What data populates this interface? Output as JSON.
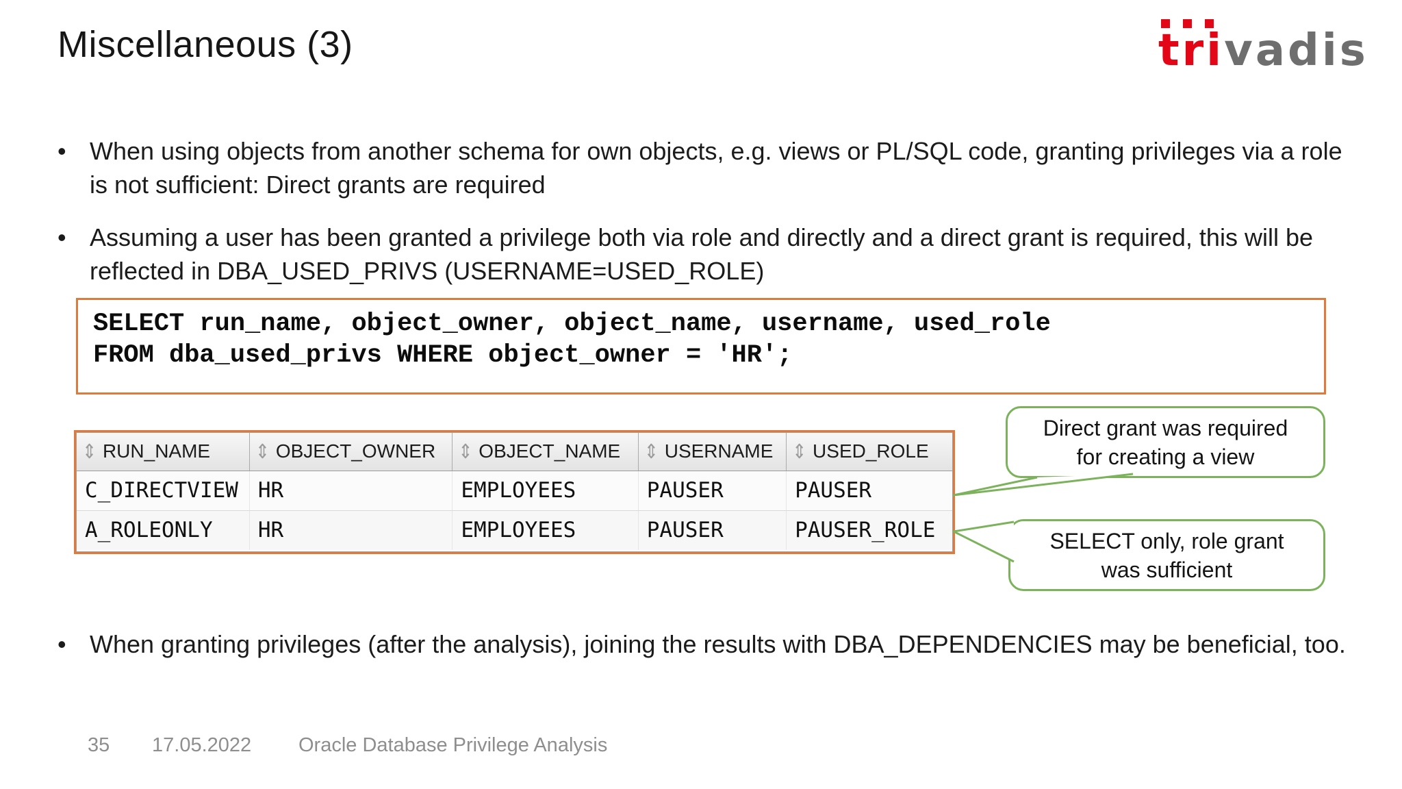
{
  "slide": {
    "title": "Miscellaneous (3)",
    "logo": {
      "part_red": "tri",
      "part_gray": "vadis"
    },
    "bullets": {
      "marker": "•",
      "b1": "When using objects from another schema for own objects, e.g. views or PL/SQL code, granting privileges via a role is not sufficient: Direct grants are required",
      "b2": "Assuming a user has been granted a privilege both via role and directly and a direct grant is required, this will be reflected in DBA_USED_PRIVS (USERNAME=USED_ROLE)",
      "b3": "When granting privileges (after the analysis), joining the results with DBA_DEPENDENCIES may be beneficial, too."
    },
    "code": {
      "sql": "SELECT run_name, object_owner, object_name, username, used_role\nFROM dba_used_privs WHERE object_owner = 'HR';"
    },
    "table": {
      "sort_icon": "⇕",
      "columns": [
        "RUN_NAME",
        "OBJECT_OWNER",
        "OBJECT_NAME",
        "USERNAME",
        "USED_ROLE"
      ],
      "rows": [
        [
          "C_DIRECTVIEW",
          "HR",
          "EMPLOYEES",
          "PAUSER",
          "PAUSER"
        ],
        [
          "A_ROLEONLY",
          "HR",
          "EMPLOYEES",
          "PAUSER",
          "PAUSER_ROLE"
        ]
      ]
    },
    "callouts": {
      "c1": "Direct grant was required\nfor creating a view",
      "c2": "SELECT only, role grant\nwas sufficient"
    },
    "footer": {
      "page": "35",
      "date": "17.05.2022",
      "label": "Oracle Database Privilege Analysis"
    },
    "colors": {
      "orange": "#DF7A3C",
      "green": "#7BB25B",
      "logo_red": "#E30616",
      "logo_gray": "#6E6E6E",
      "footer_gray": "#8E8E8E"
    }
  }
}
